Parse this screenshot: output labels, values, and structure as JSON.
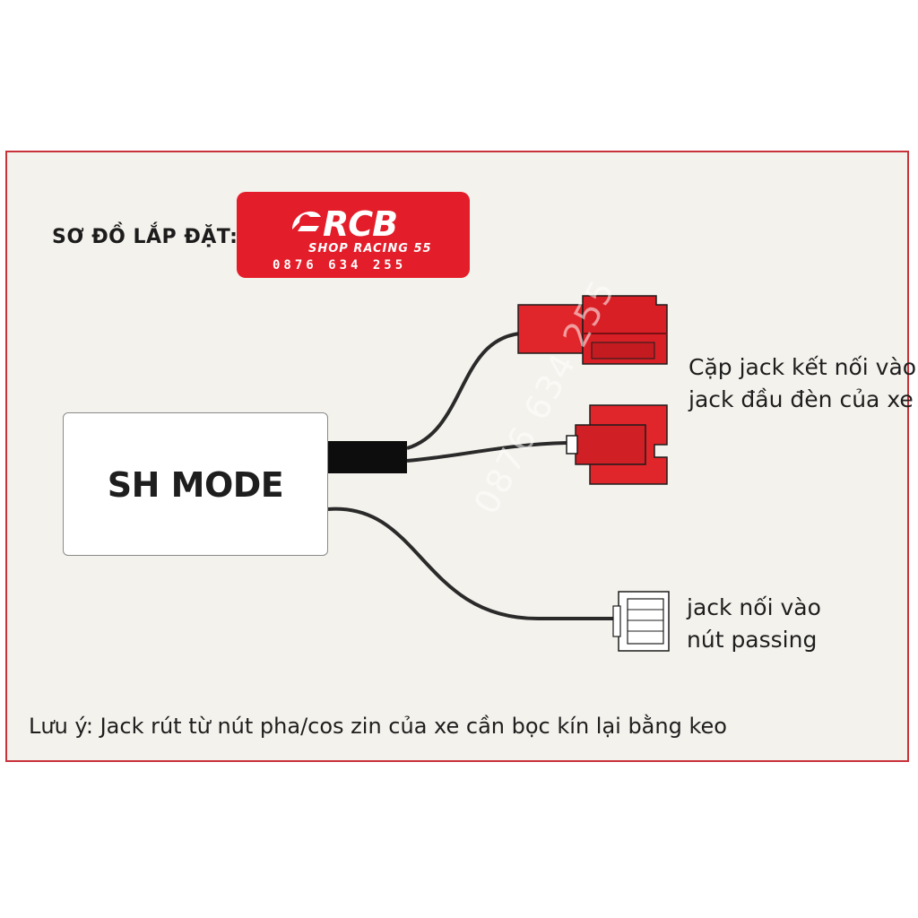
{
  "heading": "SƠ ĐỒ LẮP ĐẶT:",
  "logo": {
    "brand": "RCB",
    "sub": "SHOP RACING 55",
    "phone": "0876 634 255"
  },
  "module": {
    "label": "SH MODE"
  },
  "labels": {
    "headlight_line1": "Cặp jack kết nối vào",
    "headlight_line2": "jack đầu đèn của xe",
    "passing_line1": "jack nối vào",
    "passing_line2": "nút passing"
  },
  "note": "Lưu ý: Jack rút từ nút pha/cos zin của xe cần bọc kín lại bằng keo",
  "watermark": "0876 634 255",
  "colors": {
    "frame": "#c8323a",
    "connector": "#e0262a",
    "logo_bg": "#e41d2a"
  }
}
